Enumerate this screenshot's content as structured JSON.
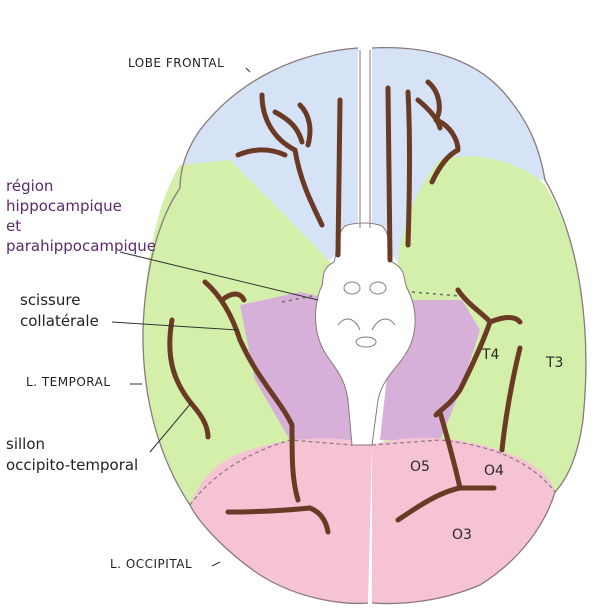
{
  "labels": {
    "frontal": "LOBE FRONTAL",
    "temporal": "L. TEMPORAL",
    "occipital": "L. OCCIPITAL",
    "region_lines": [
      "région",
      "hippocampique",
      "et",
      "parahippocampique"
    ],
    "scissure_lines": [
      "scissure",
      "collatérale"
    ],
    "sillon_lines": [
      "sillon",
      "occipito-temporal"
    ],
    "t3": "T3",
    "t4": "T4",
    "o3": "O3",
    "o4": "O4",
    "o5": "O5"
  },
  "colors": {
    "frontal": "#d6e2f6",
    "temporal": "#d3efaa",
    "parahippocampal": "#d6b0d8",
    "occipital": "#f5c3d4",
    "sulcus": "#6b3a24",
    "outline": "#8a7a7a",
    "region_text": "#5a2a6a"
  }
}
